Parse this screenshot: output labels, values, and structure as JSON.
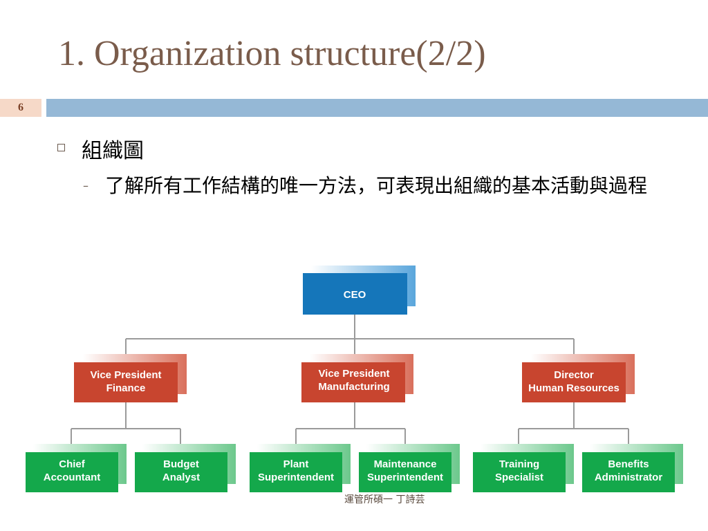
{
  "slide": {
    "title": "1. Organization structure(2/2)",
    "number": "6",
    "bullet": "組織圖",
    "sub_bullet": "了解所有工作結構的唯一方法，可表現出組織的基本活動與過程",
    "footer": "運管所碩一 丁詩芸"
  },
  "colors": {
    "title": "#7a5c4b",
    "bar": "#95b8d6",
    "ceo": "#1576ba",
    "vp": "#c8452f",
    "staff": "#14a84b"
  },
  "org_chart": {
    "ceo": {
      "line1": "CEO",
      "line2": ""
    },
    "level2": [
      {
        "line1": "Vice President",
        "line2": "Finance"
      },
      {
        "line1": "Vice President",
        "line2": "Manufacturing"
      },
      {
        "line1": "Director",
        "line2": "Human Resources"
      }
    ],
    "level3": [
      {
        "line1": "Chief",
        "line2": "Accountant"
      },
      {
        "line1": "Budget",
        "line2": "Analyst"
      },
      {
        "line1": "Plant",
        "line2": "Superintendent"
      },
      {
        "line1": "Maintenance",
        "line2": "Superintendent"
      },
      {
        "line1": "Training",
        "line2": "Specialist"
      },
      {
        "line1": "Benefits",
        "line2": "Administrator"
      }
    ]
  }
}
